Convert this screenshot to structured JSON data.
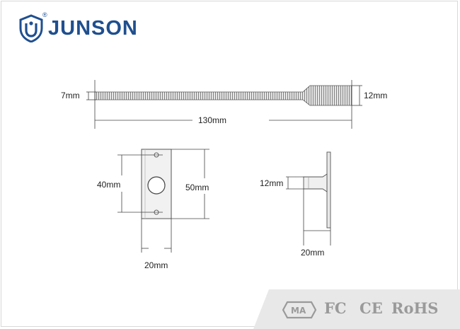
{
  "brand": {
    "name": "JUNSON",
    "registered_mark": "®",
    "color": "#1f4f8f",
    "icon": "shield-logo-icon"
  },
  "dimensions": {
    "pin_tip_diameter": "7mm",
    "pin_head_diameter": "12mm",
    "pin_length": "130mm",
    "plate_hole_spacing": "40mm",
    "plate_height": "50mm",
    "plate_width": "20mm",
    "side_pin_diameter": "12mm",
    "side_width": "20mm"
  },
  "certifications": {
    "ma": "MA",
    "fc": "FC",
    "ce": "CE",
    "rohs": "RoHS",
    "text_color": "#9a9a9a",
    "band_color": "#e8e8e8"
  }
}
